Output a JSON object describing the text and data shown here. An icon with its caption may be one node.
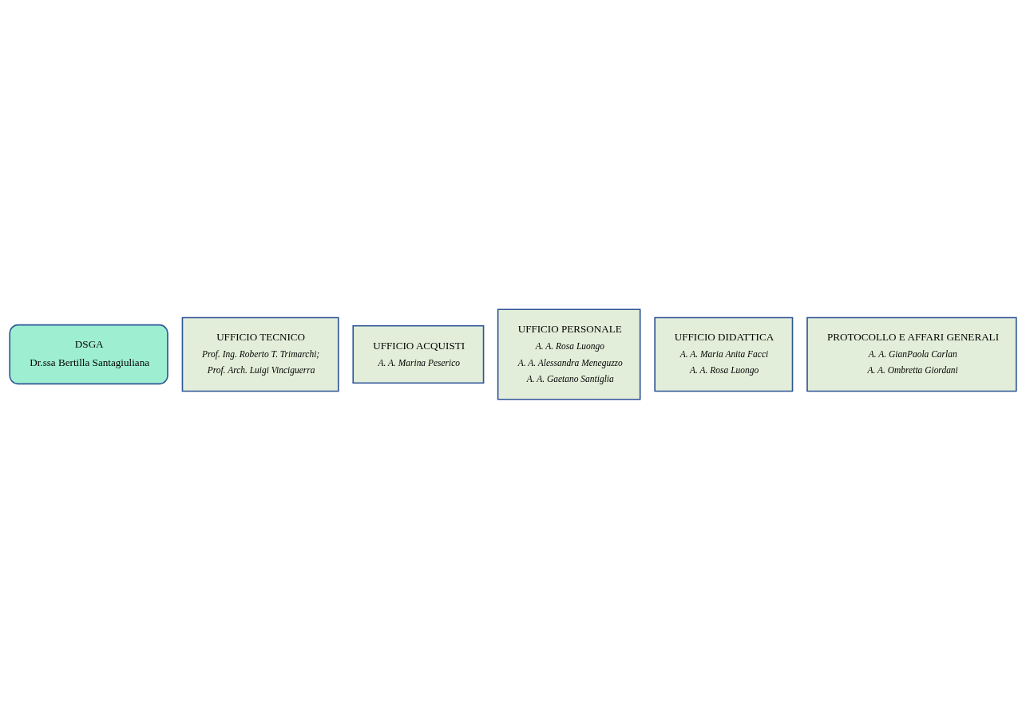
{
  "diagram": {
    "nodes": [
      {
        "text": [
          "DSGA",
          "Dr.ssa Bertilla Santagiuliana"
        ]
      },
      {
        "text": [
          "UFFICIO TECNICO",
          "Prof. Ing. Roberto T. Trimarchi;",
          "Prof. Arch. Luigi Vinciguerra"
        ]
      },
      {
        "text": [
          "UFFICIO ACQUISTI",
          "A. A. Marina Peserico"
        ]
      },
      {
        "text": [
          "UFFICIO PERSONALE",
          "A. A. Rosa Luongo",
          "A. A. Alessandra Meneguzzo",
          "A. A. Gaetano Santiglia"
        ]
      },
      {
        "text": [
          "UFFICIO DIDATTICA",
          "A. A. Maria Anita Facci",
          "A. A. Rosa Luongo"
        ]
      },
      {
        "text": [
          "PROTOCOLLO E AFFARI GENERALI",
          "A. A. GianPaola Carlan",
          "A. A. Ombretta Giordani"
        ]
      }
    ]
  }
}
